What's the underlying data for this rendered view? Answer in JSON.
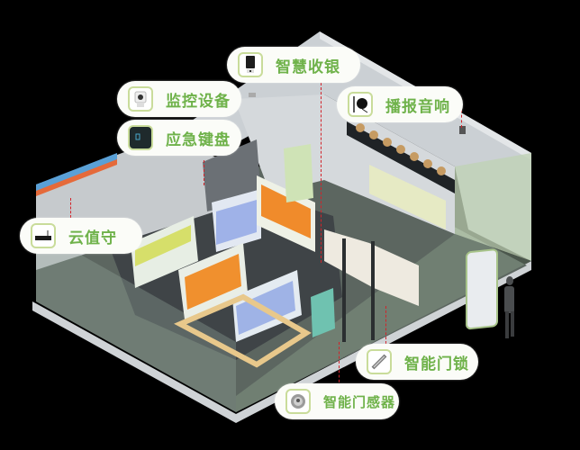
{
  "diagram": {
    "type": "isometric smart retail store system illustration",
    "background": "#000000",
    "accent_color": "#6fb24a",
    "icon_border_color": "#c9dc9a",
    "pill_background": "#fbfcf8",
    "leader_line_color": "#d2232a"
  },
  "callouts": [
    {
      "id": "smart-cashier",
      "label": "智慧收银",
      "icon": "cashier-terminal-icon"
    },
    {
      "id": "surveillance",
      "label": "监控设备",
      "icon": "security-camera-icon"
    },
    {
      "id": "emergency-keypad",
      "label": "应急键盘",
      "icon": "keypad-icon"
    },
    {
      "id": "broadcast-speaker",
      "label": "播报音响",
      "icon": "speaker-icon"
    },
    {
      "id": "cloud-guard",
      "label": "云值守",
      "icon": "router-box-icon"
    },
    {
      "id": "smart-door-lock",
      "label": "智能门锁",
      "icon": "magnetic-lock-icon"
    },
    {
      "id": "smart-door-sensor",
      "label": "智能门感器",
      "icon": "door-sensor-icon"
    }
  ]
}
